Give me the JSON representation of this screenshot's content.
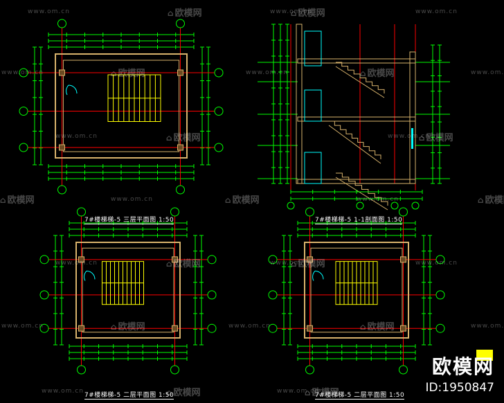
{
  "watermark": {
    "url": "www.om.cn",
    "logo": "欧模网",
    "logo_icon": "sofa-icon"
  },
  "drawings": {
    "top_left_title": "7#楼梯梯-5 三层平面图   1:50",
    "top_right_title": "7#楼梯梯-5 1-1剖面图   1:50",
    "bottom_left_title": "7#楼梯梯-5 二层平面图   1:50",
    "bottom_right_title": "7#楼梯梯-5 二层平面图   1:50"
  },
  "brand": {
    "name": "欧模网",
    "id": "ID:1950847"
  },
  "colors": {
    "background": "#000000",
    "dimension_lines": "#00ff00",
    "walls": "#d9b36c",
    "axis_lines": "#ff0000",
    "stair_fill": "#ffff00",
    "annotation_text": "#ffffff",
    "glass": "#00ffff",
    "highlight": "#ff00ff"
  }
}
